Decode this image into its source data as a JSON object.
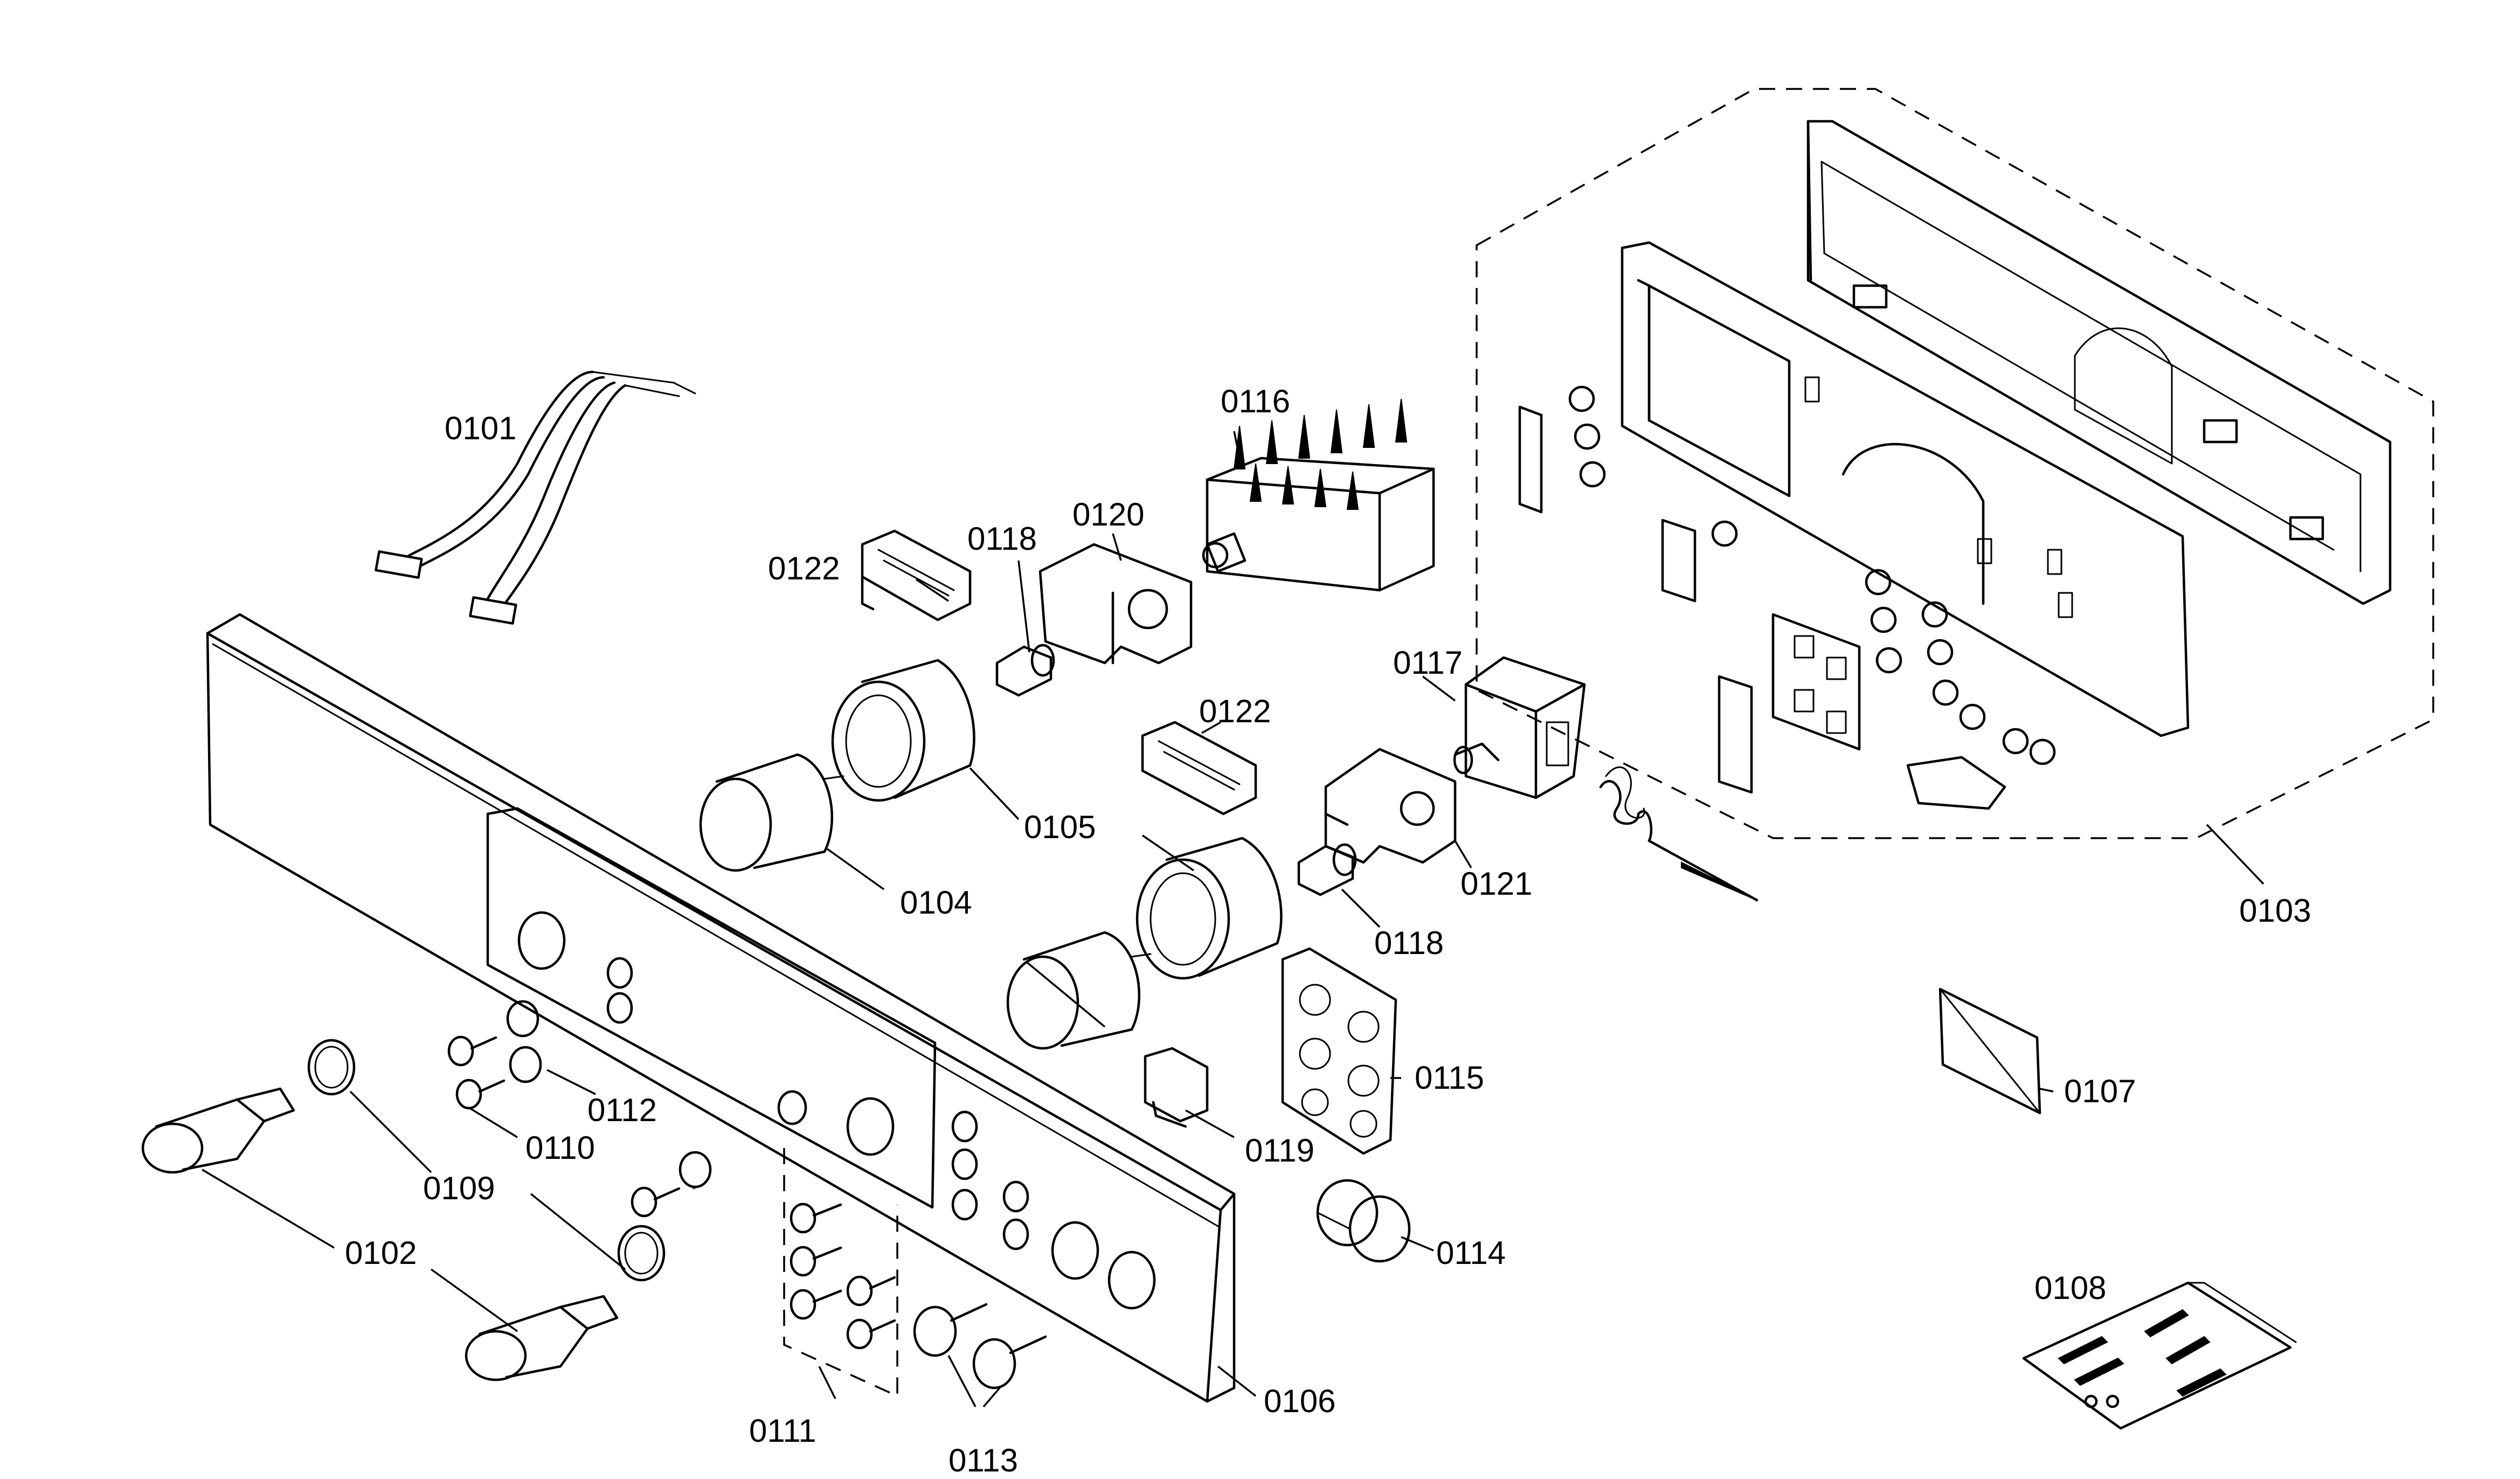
{
  "parts": {
    "p0101": "0101",
    "p0102": "0102",
    "p0103": "0103",
    "p0104": "0104",
    "p0105": "0105",
    "p0106": "0106",
    "p0107": "0107",
    "p0108": "0108",
    "p0109": "0109",
    "p0110": "0110",
    "p0111": "0111",
    "p0112": "0112",
    "p0113": "0113",
    "p0114": "0114",
    "p0115": "0115",
    "p0116": "0116",
    "p0117": "0117",
    "p0118a": "0118",
    "p0118b": "0118",
    "p0119": "0119",
    "p0120": "0120",
    "p0121": "0121",
    "p0122a": "0122",
    "p0122b": "0122"
  }
}
